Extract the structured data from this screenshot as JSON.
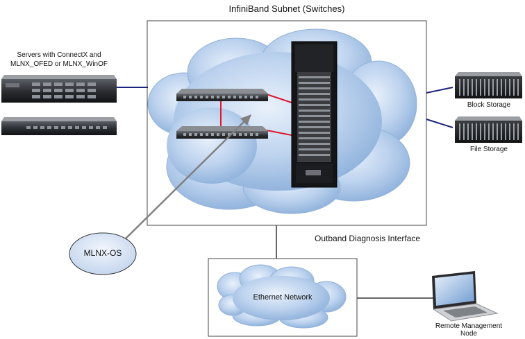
{
  "subnet_title": "InfiniBand Subnet (Switches)",
  "servers_label_line1": "Servers with ConnectX and",
  "servers_label_line2": "MLNX_OFED or MLNX_WinOF",
  "block_storage_label": "Block Storage",
  "file_storage_label": "File Storage",
  "outband_label": "Outband Diagnosis Interface",
  "mlnx_os_label": "MLNX-OS",
  "ethernet_label": "Ethernet Network",
  "remote_mgmt_line1": "Remote Management",
  "remote_mgmt_line2": "Node",
  "colors": {
    "ib_link": "#1a237e",
    "switch_link": "#e0182c",
    "cloud_fill": "#aac4e6",
    "box_border": "#444444",
    "mgmt_link": "#808080"
  }
}
